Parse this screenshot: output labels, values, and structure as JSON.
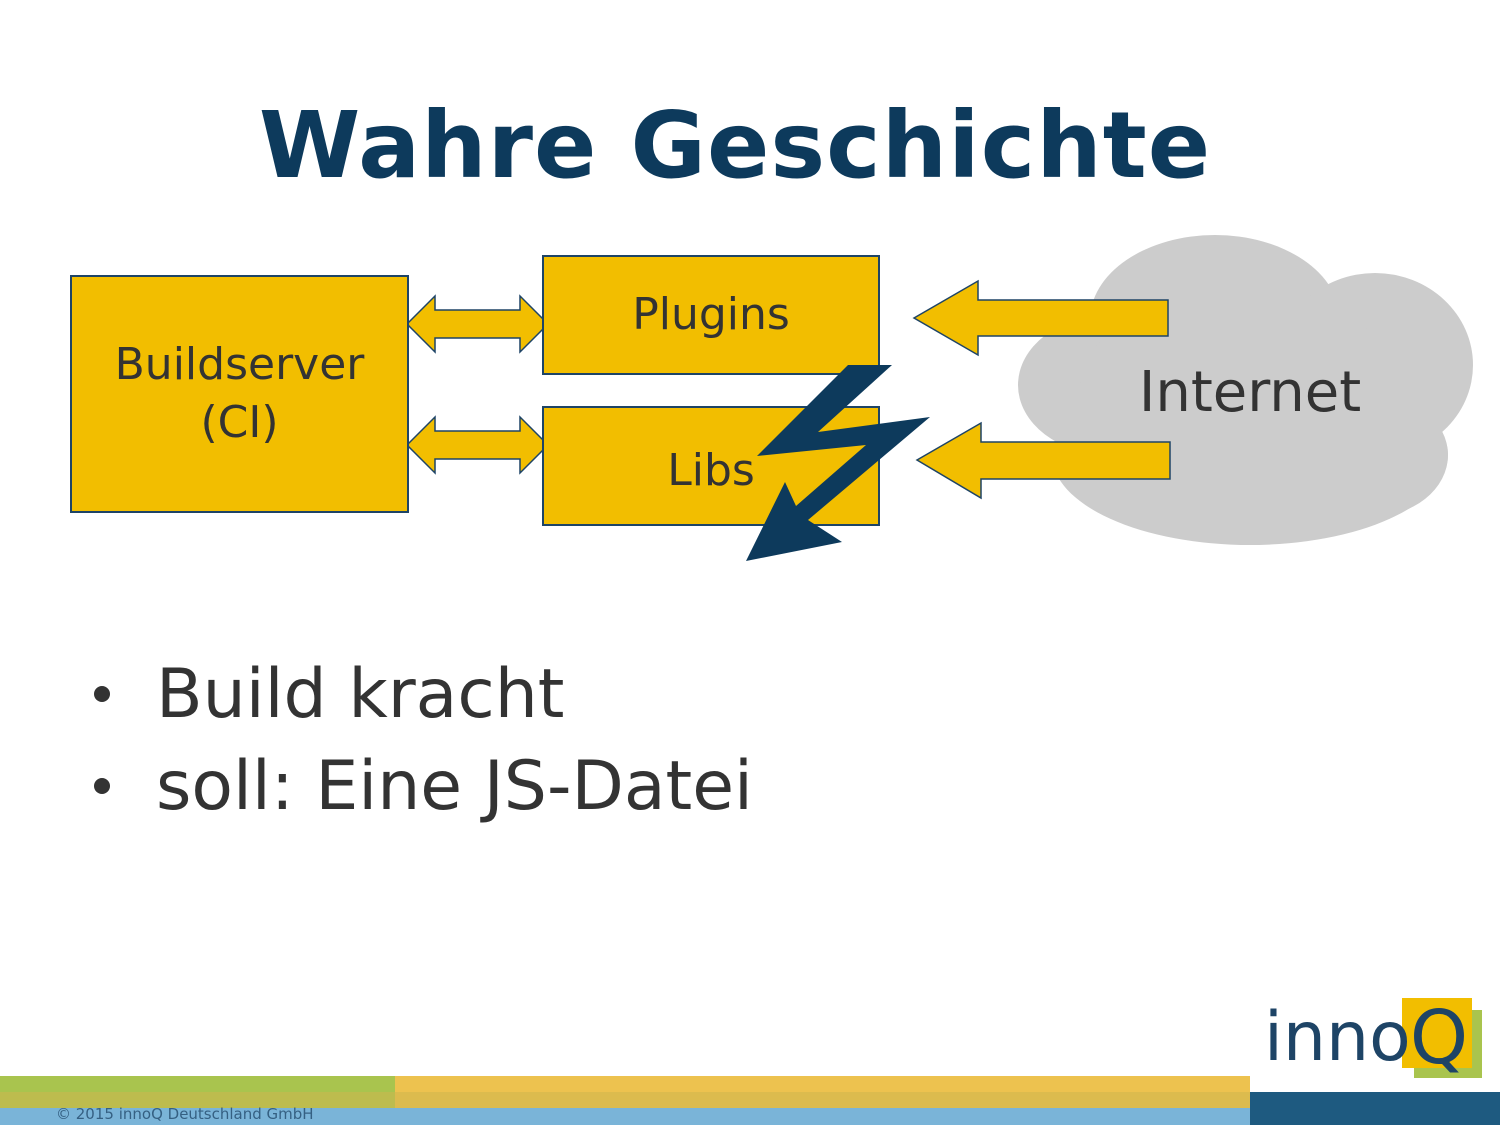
{
  "slide": {
    "title": "Wahre Geschichte"
  },
  "diagram": {
    "buildserver_line1": "Buildserver",
    "buildserver_line2": "(CI)",
    "plugins_label": "Plugins",
    "libs_label": "Libs",
    "cloud_label": "Internet",
    "colors": {
      "box_fill": "#f2be00",
      "box_border": "#1e4466",
      "cloud_fill": "#cccccc",
      "lightning": "#0d3a5c"
    }
  },
  "bullets": [
    "Build kracht",
    "soll: Eine JS-Datei"
  ],
  "footer": {
    "copyright": "© 2015 innoQ Deutschland GmbH",
    "logo_text": "inno",
    "logo_q": "Q",
    "colors": {
      "green": "#a9c44e",
      "yellow": "#f2be00",
      "blue": "#7ab4d8",
      "dark_blue": "#1e5a80"
    }
  }
}
